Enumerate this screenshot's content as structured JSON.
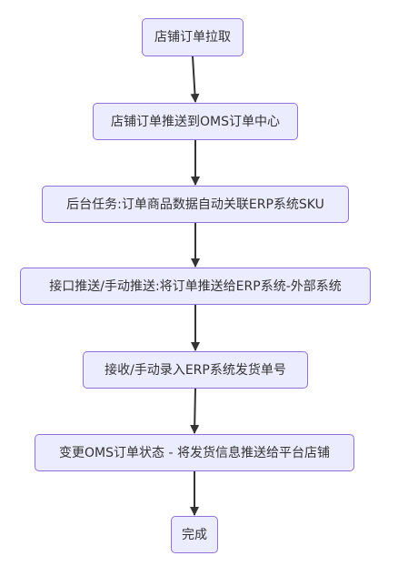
{
  "diagram": {
    "node_fill": "#ECECFF",
    "node_border": "#9370DB",
    "edge_color": "#333333",
    "text_color": "#333333",
    "nodes": [
      {
        "id": "n1",
        "label": "店铺订单拉取"
      },
      {
        "id": "n2",
        "label": "店铺订单推送到OMS订单中心"
      },
      {
        "id": "n3",
        "label": "后台任务:订单商品数据自动关联ERP系统SKU"
      },
      {
        "id": "n4",
        "label": "接口推送/手动推送:将订单推送给ERP系统-外部系统"
      },
      {
        "id": "n5",
        "label": "接收/手动录入ERP系统发货单号"
      },
      {
        "id": "n6",
        "label": "变更OMS订单状态 - 将发货信息推送给平台店铺"
      },
      {
        "id": "n7",
        "label": "完成"
      }
    ],
    "edges": [
      {
        "from": "n1",
        "to": "n2"
      },
      {
        "from": "n2",
        "to": "n3"
      },
      {
        "from": "n3",
        "to": "n4"
      },
      {
        "from": "n4",
        "to": "n5"
      },
      {
        "from": "n5",
        "to": "n6"
      },
      {
        "from": "n6",
        "to": "n7"
      }
    ]
  }
}
